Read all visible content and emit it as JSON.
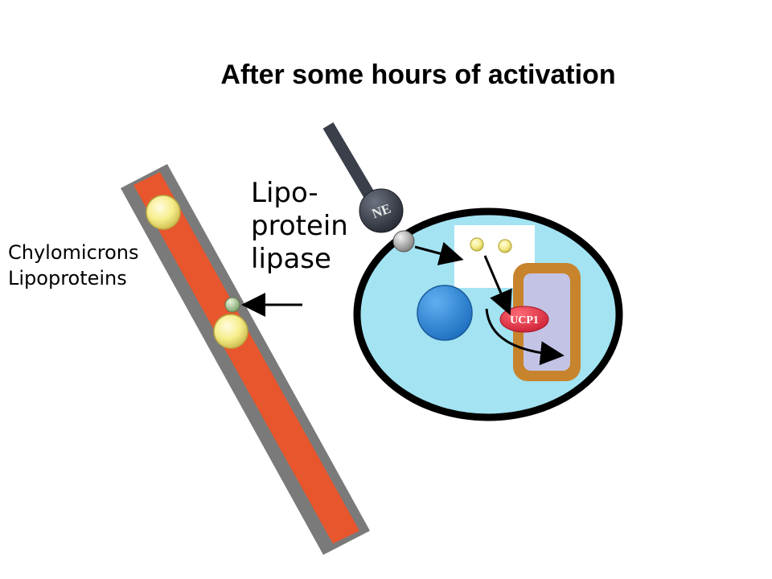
{
  "slide": {
    "title": "After some hours of activation"
  },
  "labels": {
    "chylomicrons": "Chylomicrons",
    "lipoproteins": "Lipoproteins",
    "lpl_line1": "Lipo-",
    "lpl_line2": "protein",
    "lpl_line3": "lipase",
    "ne": "NE",
    "ucp1": "UCP1"
  },
  "colors": {
    "vessel_wall": "#7a7a7a",
    "vessel_lumen": "#e8562e",
    "cell_fill": "#a3e3f2",
    "cell_outline": "#000000",
    "nucleus": "#2f86d6",
    "mitochondrion_outer": "#c8842c",
    "mitochondrion_inner": "#c3c3e6",
    "ucp1": "#e8394a",
    "lipid_droplet": "#f6ee8a",
    "ne_receptor": "#3b3f4a"
  }
}
